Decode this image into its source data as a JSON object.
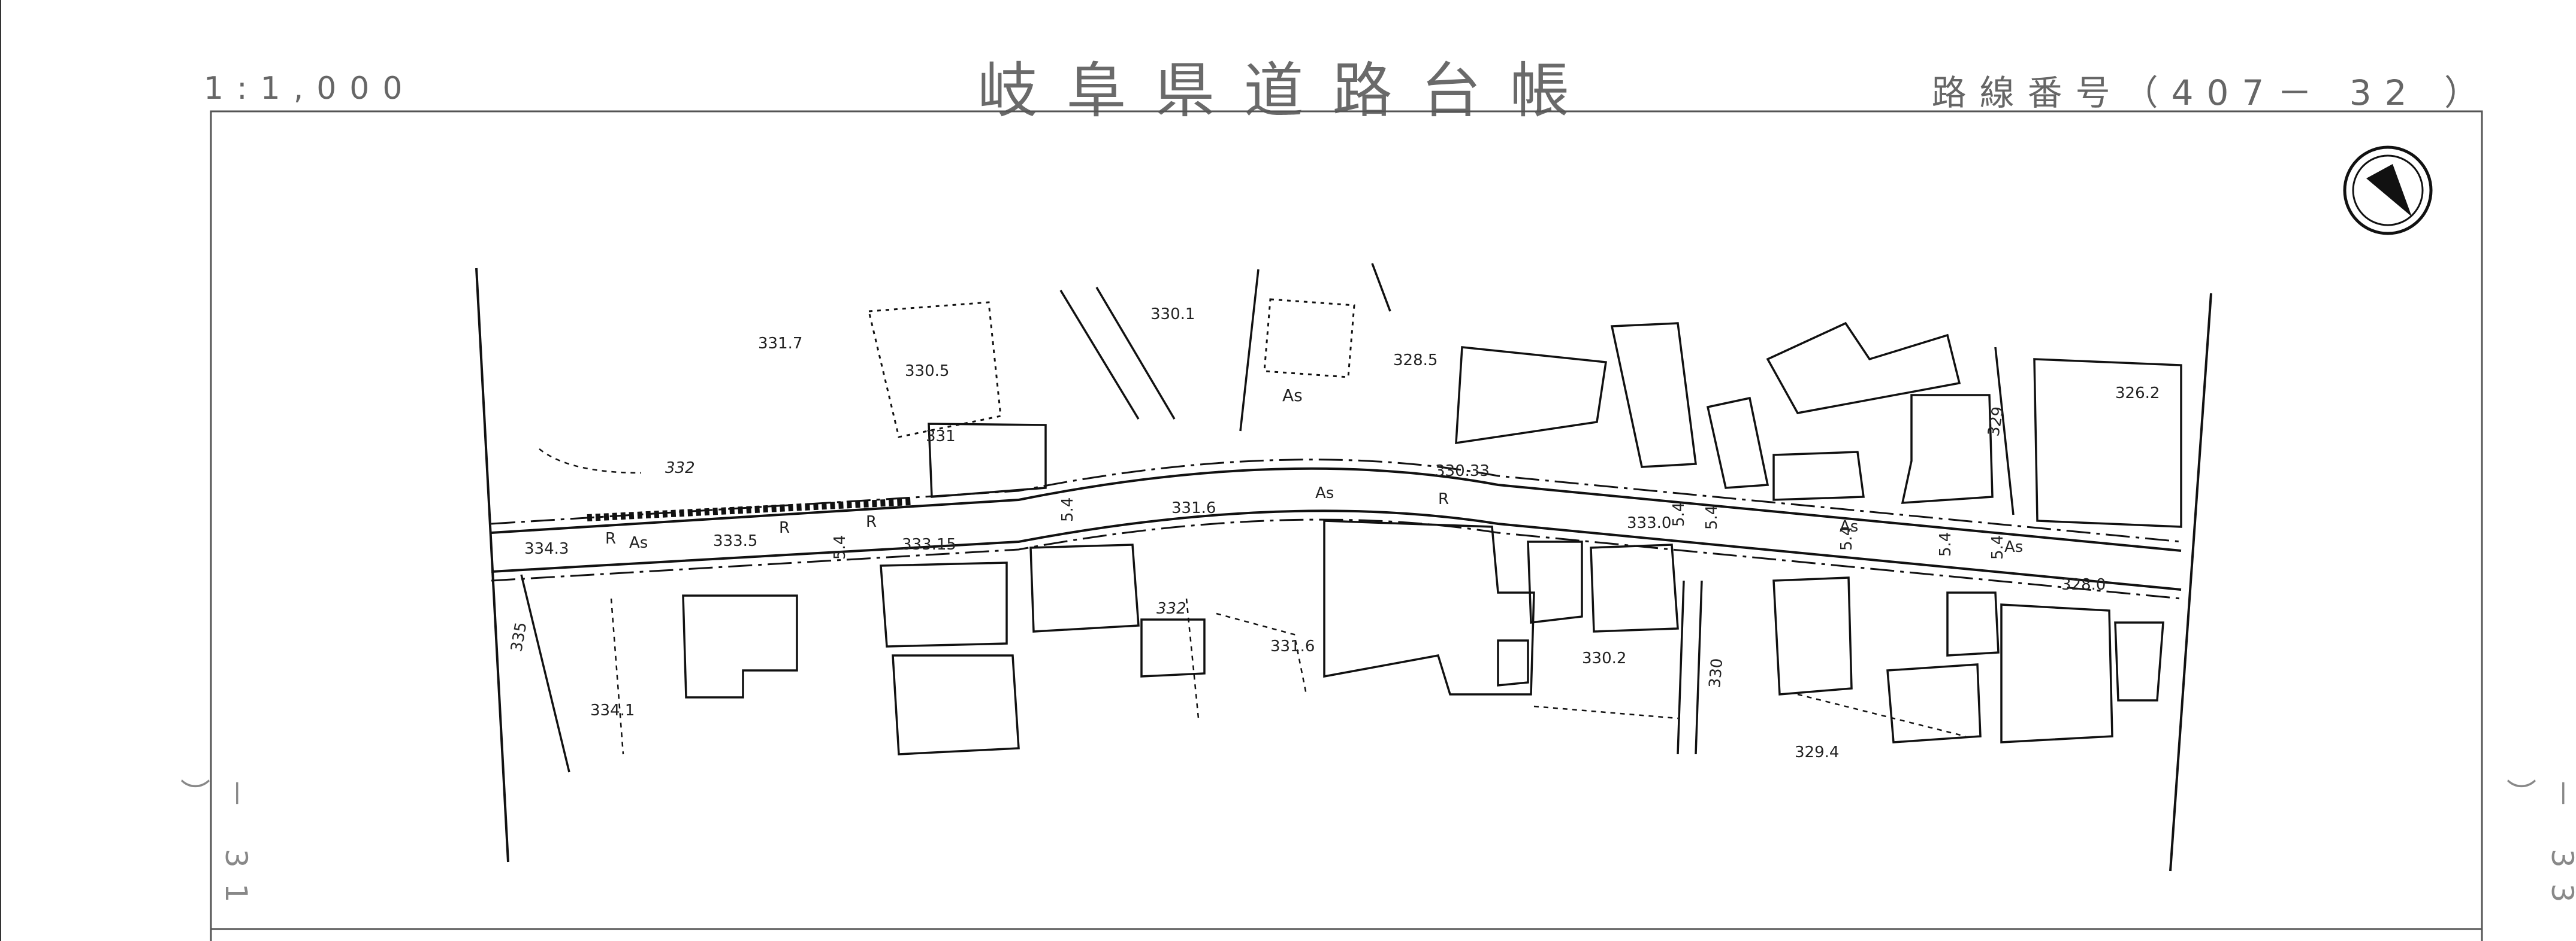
{
  "header": {
    "scale": "1:1,000",
    "title": "岐阜県道路台帳",
    "route_number": "路線番号（407－ 32 ）"
  },
  "sheet_links": {
    "left": "－ 31 ）",
    "right": "－ 33 ）"
  },
  "map": {
    "north_arrow": "north-arrow-icon",
    "road_surface_labels": [
      "As",
      "As",
      "As",
      "As"
    ],
    "roadside_labels": [
      "R",
      "R",
      "R",
      "R"
    ],
    "width_labels": [
      "5.4",
      "5.4",
      "5.4",
      "5.4",
      "5.4",
      "5.4",
      "5.4"
    ],
    "spot_elevations": [
      "334.3",
      "333.5",
      "333.15",
      "331.7",
      "330.5",
      "330.1",
      "328.5",
      "330.33",
      "331.6",
      "333.0",
      "326.2",
      "328.0",
      "334.1",
      "331.6",
      "330.2",
      "329.4"
    ],
    "contour_labels": [
      "332",
      "331",
      "335",
      "332",
      "330",
      "329"
    ],
    "land_use_labels": [
      "As"
    ]
  }
}
